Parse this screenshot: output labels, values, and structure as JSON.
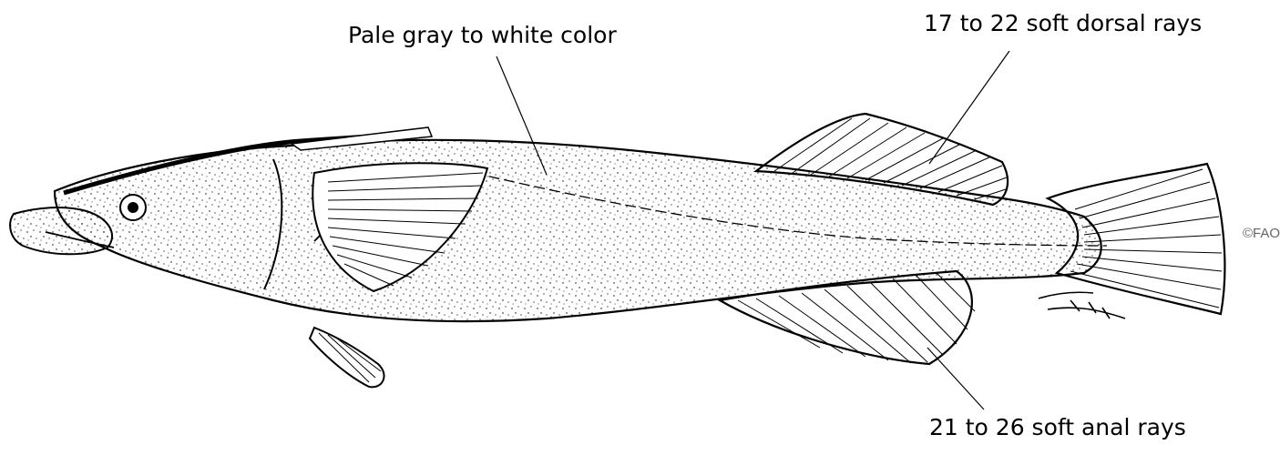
{
  "labels": {
    "color": "Pale gray to white color",
    "dorsal": "17 to 22 soft dorsal rays",
    "anal": "21 to 26 soft anal rays"
  },
  "credit": "©FAO",
  "colors": {
    "ink": "#000000",
    "credit": "#666666",
    "background": "#ffffff"
  }
}
